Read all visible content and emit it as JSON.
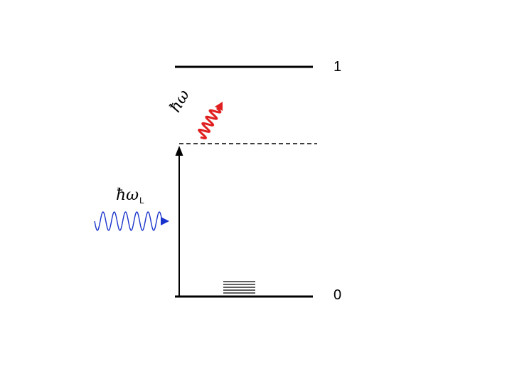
{
  "levels": {
    "upper_label": "1",
    "lower_label": "0"
  },
  "photons": {
    "laser": {
      "symbol": "ħω",
      "subscript": "L",
      "color": "#1a33cc"
    },
    "scattered": {
      "symbol": "ħω",
      "color": "#e02020"
    }
  },
  "colors": {
    "levels": "#000000",
    "virtual_level": "#000000",
    "excitation_arrow": "#000000"
  }
}
